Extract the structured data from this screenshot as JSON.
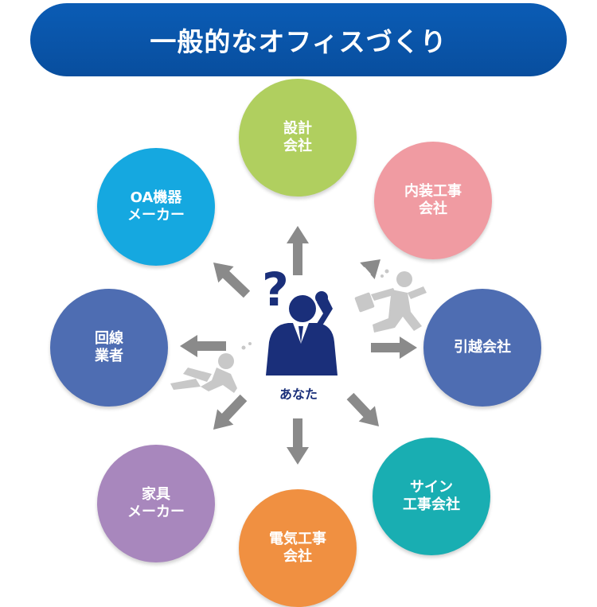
{
  "banner": {
    "title": "一般的なオフィスづくり"
  },
  "center": {
    "label": "あなた"
  },
  "nodes": [
    {
      "id": "design",
      "label": "設計\n会社",
      "color": "#b0cf5f"
    },
    {
      "id": "interior",
      "label": "内装工事\n会社",
      "color": "#f09ba2"
    },
    {
      "id": "moving",
      "label": "引越会社",
      "color": "#4e6db2"
    },
    {
      "id": "sign",
      "label": "サイン\n工事会社",
      "color": "#19aeb2"
    },
    {
      "id": "electric",
      "label": "電気工事\n会社",
      "color": "#f09041"
    },
    {
      "id": "furniture",
      "label": "家具\nメーカー",
      "color": "#a887bd"
    },
    {
      "id": "line",
      "label": "回線\n業者",
      "color": "#4e6db2"
    },
    {
      "id": "oa",
      "label": "OA機器\nメーカー",
      "color": "#15a8e0"
    }
  ],
  "colors": {
    "banner": "#0b5cb5",
    "arrow": "#8a8a8a",
    "person": "#1a2f7a",
    "figure": "#c8c8c8"
  }
}
